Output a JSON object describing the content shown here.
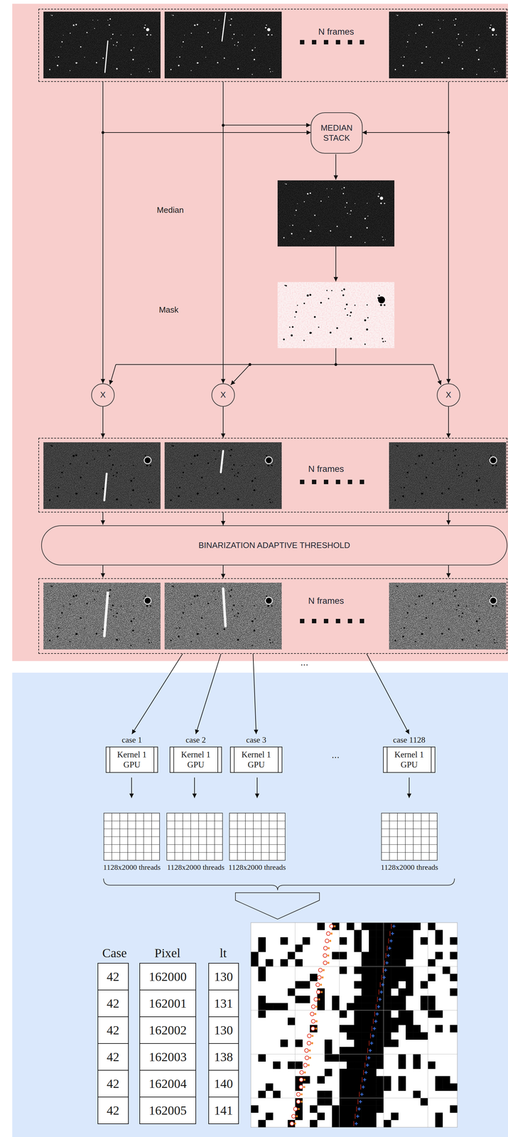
{
  "diagram": {
    "nodes": [
      {
        "text": [
          "N frames"
        ]
      },
      {
        "text": [
          "MEDIAN STACK"
        ]
      },
      {
        "text": [
          "X"
        ]
      },
      {
        "text": [
          "X"
        ]
      },
      {
        "text": [
          "X"
        ]
      },
      {
        "text": [
          "N frames"
        ]
      },
      {
        "text": [
          "BINARIZATION ADAPTIVE THRESHOLD"
        ]
      },
      {
        "text": [
          "N frames"
        ]
      },
      {
        "text": [
          "case 1",
          "Kernel 1 GPU"
        ]
      },
      {
        "text": [
          "case 2",
          "Kernel 1 GPU"
        ]
      },
      {
        "text": [
          "case 3",
          "Kernel 1 GPU"
        ]
      },
      {
        "text": [
          "case 1128",
          "Kernel 1 GPU"
        ]
      }
    ],
    "edges": [
      {
        "from": 0,
        "to": 1,
        "arrow": "to"
      },
      {
        "from": 0,
        "to": 2,
        "arrow": "to"
      },
      {
        "from": 0,
        "to": 3,
        "arrow": "to"
      },
      {
        "from": 0,
        "to": 4,
        "arrow": "to"
      },
      {
        "from": 2,
        "to": 5,
        "arrow": "to"
      },
      {
        "from": 3,
        "to": 5,
        "arrow": "to"
      },
      {
        "from": 4,
        "to": 5,
        "arrow": "to"
      },
      {
        "from": 5,
        "to": 6,
        "arrow": "to"
      },
      {
        "from": 6,
        "to": 7,
        "arrow": "to"
      },
      {
        "from": 7,
        "to": 8,
        "arrow": "to"
      },
      {
        "from": 7,
        "to": 9,
        "arrow": "to"
      },
      {
        "from": 7,
        "to": 10,
        "arrow": "to"
      },
      {
        "from": 7,
        "to": 11,
        "arrow": "to"
      }
    ],
    "labels": [
      "Median",
      "Mask",
      "...",
      "...",
      "1128x2000 threads",
      "1128x2000 threads",
      "1128x2000 threads",
      "1128x2000 threads",
      "Case",
      "Pixel",
      "lt",
      "42",
      "162000",
      "130",
      "42",
      "162001",
      "131",
      "42",
      "162002",
      "130",
      "42",
      "162003",
      "138",
      "42",
      "162004",
      "140",
      "42",
      "162005",
      "141"
    ]
  }
}
